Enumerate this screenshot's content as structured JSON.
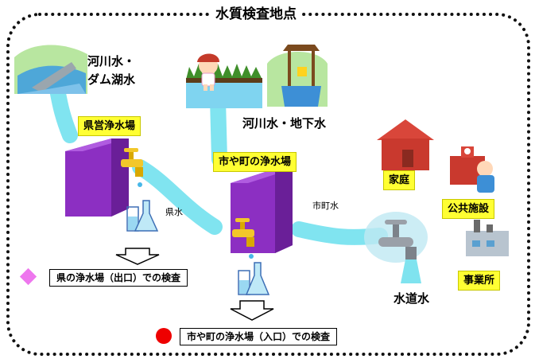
{
  "title": "水質検査地点",
  "sources": {
    "river_dam": "河川水・\nダム湖水",
    "river_ground": "河川水・地下水"
  },
  "plants": {
    "prefectural": "県営浄水場",
    "municipal": "市や町の浄水場"
  },
  "flows": {
    "pref_water": "県水",
    "muni_water": "市町水",
    "tap_water": "水道水"
  },
  "destinations": {
    "home": "家庭",
    "public": "公共施設",
    "business": "事業所"
  },
  "legend": {
    "pref_outlet": "県の浄水場（出口）での検査",
    "muni_inlet": "市や町の浄水場（入口）での検査"
  },
  "colors": {
    "water": "#7fe3ef",
    "plant": "#9933cc",
    "label_bg": "#ffff33",
    "pref_marker": "#ee77ee",
    "muni_marker": "#ee0000"
  },
  "icons": {
    "dam": "dam-icon",
    "child": "child-icon",
    "well": "well-icon",
    "house": "house-icon",
    "school": "school-icon",
    "factory": "factory-icon",
    "faucet": "faucet-icon",
    "flask": "flask-icon"
  }
}
